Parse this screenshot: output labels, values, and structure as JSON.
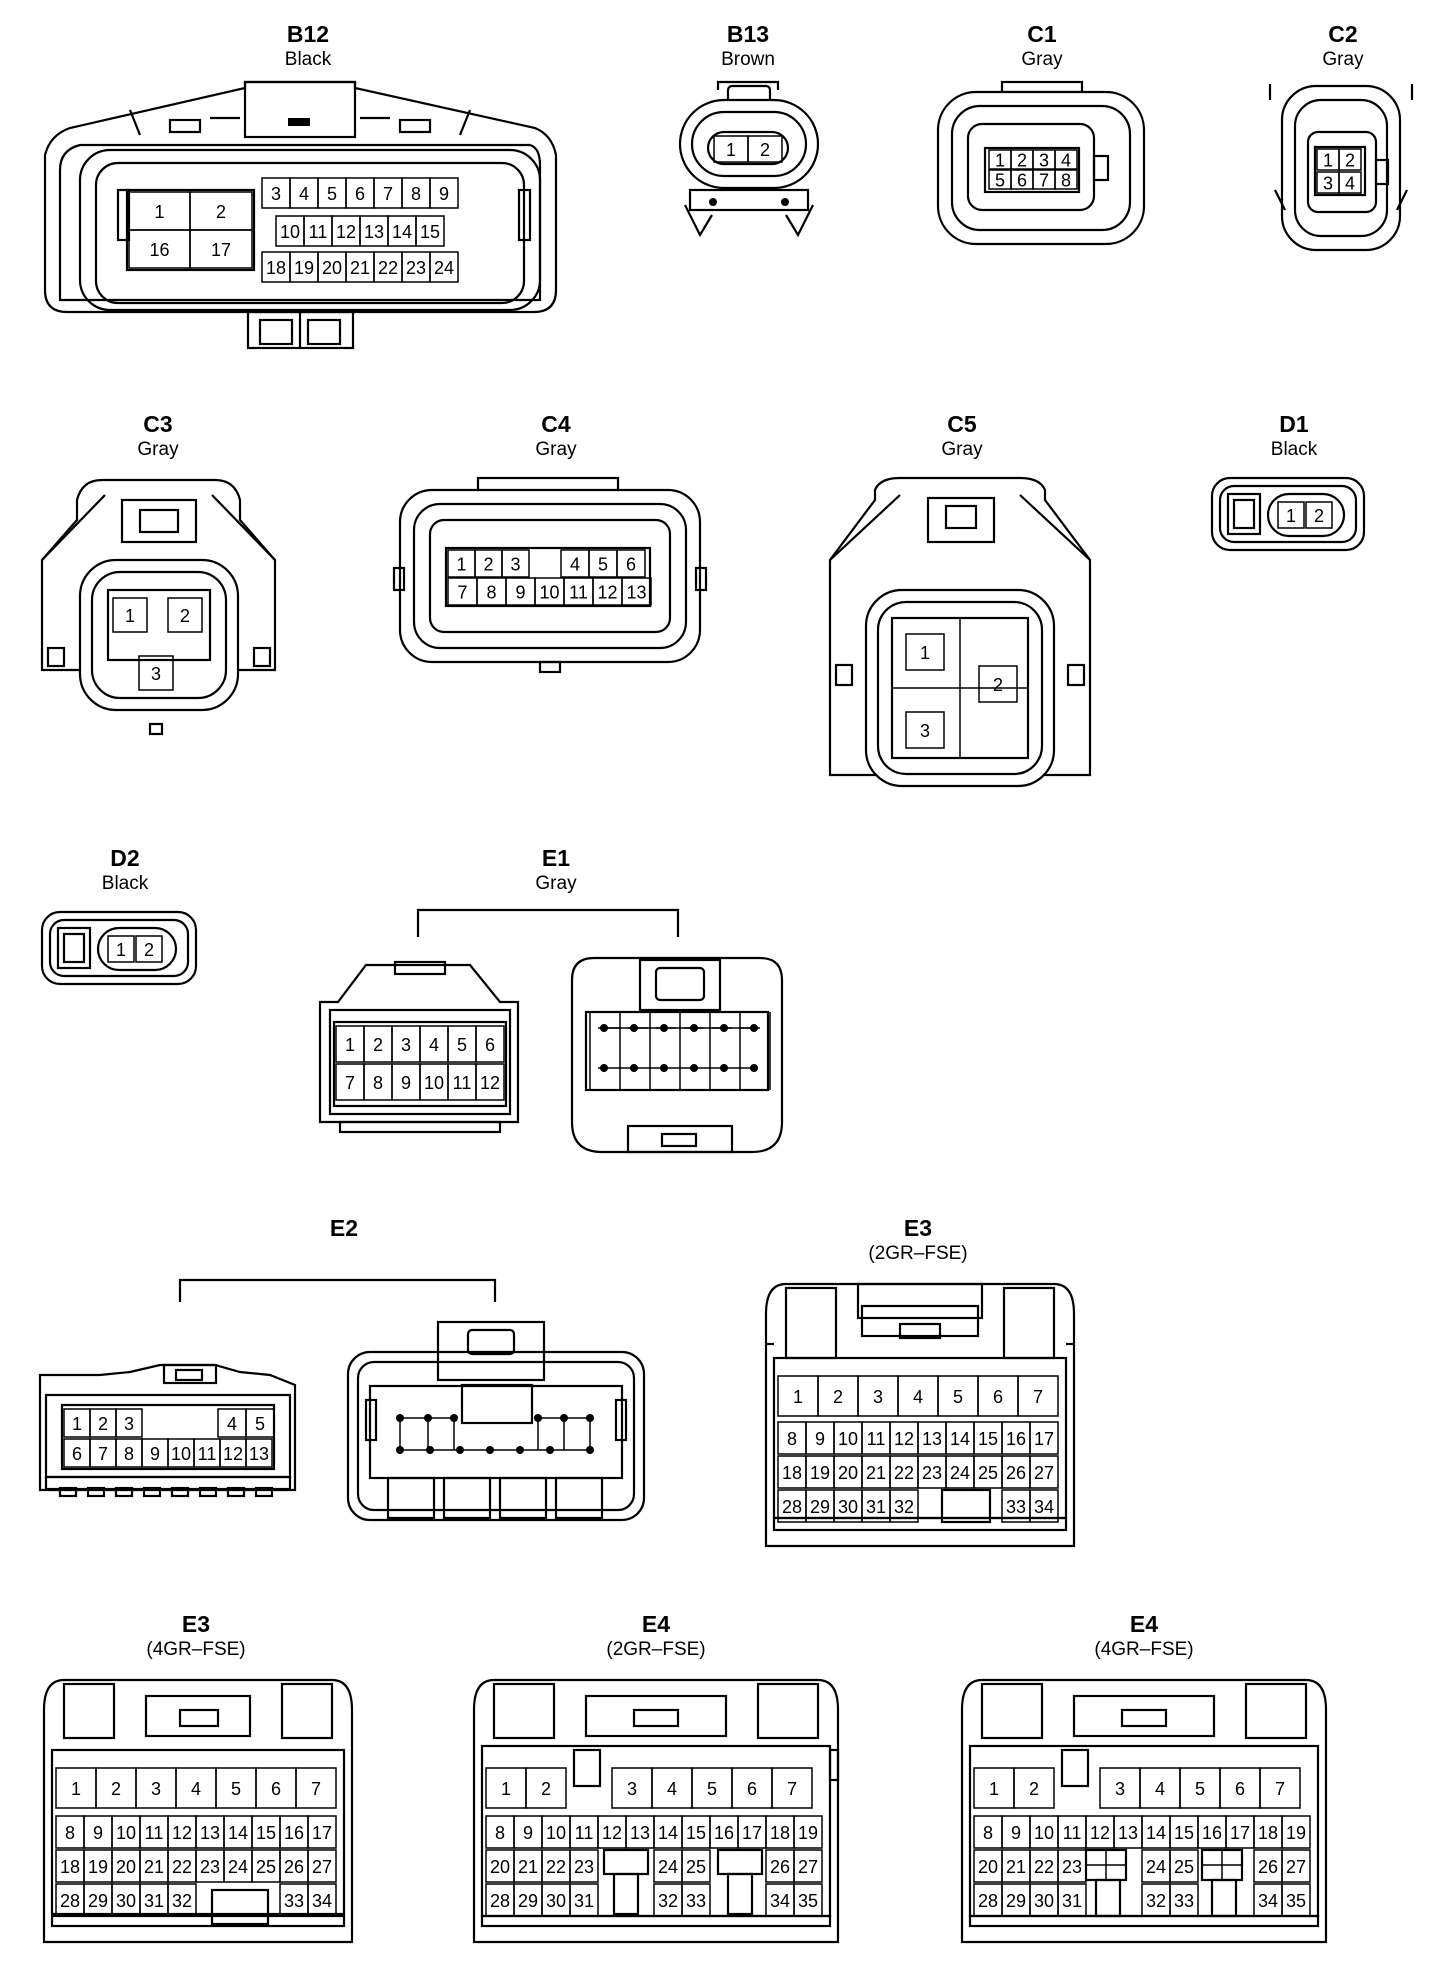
{
  "connectors": [
    {
      "id": "B12",
      "code": "B12",
      "color": "Black",
      "pins": [
        "1",
        "2",
        "16",
        "17",
        "3",
        "4",
        "5",
        "6",
        "7",
        "8",
        "9",
        "10",
        "11",
        "12",
        "13",
        "14",
        "15",
        "18",
        "19",
        "20",
        "21",
        "22",
        "23",
        "24"
      ]
    },
    {
      "id": "B13",
      "code": "B13",
      "color": "Brown",
      "pins": [
        "1",
        "2"
      ]
    },
    {
      "id": "C1",
      "code": "C1",
      "color": "Gray",
      "pins": [
        "1",
        "2",
        "3",
        "4",
        "5",
        "6",
        "7",
        "8"
      ]
    },
    {
      "id": "C2",
      "code": "C2",
      "color": "Gray",
      "pins": [
        "1",
        "2",
        "3",
        "4"
      ]
    },
    {
      "id": "C3",
      "code": "C3",
      "color": "Gray",
      "pins": [
        "1",
        "2",
        "3"
      ]
    },
    {
      "id": "C4",
      "code": "C4",
      "color": "Gray",
      "pins": [
        "1",
        "2",
        "3",
        "4",
        "5",
        "6",
        "7",
        "8",
        "9",
        "10",
        "11",
        "12",
        "13"
      ]
    },
    {
      "id": "C5",
      "code": "C5",
      "color": "Gray",
      "pins": [
        "1",
        "2",
        "3"
      ]
    },
    {
      "id": "D1",
      "code": "D1",
      "color": "Black",
      "pins": [
        "1",
        "2"
      ]
    },
    {
      "id": "D2",
      "code": "D2",
      "color": "Black",
      "pins": [
        "1",
        "2"
      ]
    },
    {
      "id": "E1",
      "code": "E1",
      "color": "Gray",
      "pins": [
        "1",
        "2",
        "3",
        "4",
        "5",
        "6",
        "7",
        "8",
        "9",
        "10",
        "11",
        "12"
      ]
    },
    {
      "id": "E2",
      "code": "E2",
      "color": "",
      "pins": [
        "1",
        "2",
        "3",
        "4",
        "5",
        "6",
        "7",
        "8",
        "9",
        "10",
        "11",
        "12",
        "13"
      ]
    },
    {
      "id": "E3a",
      "code": "E3",
      "color": "(2GR–FSE)",
      "pins": [
        "1",
        "2",
        "3",
        "4",
        "5",
        "6",
        "7",
        "8",
        "9",
        "10",
        "11",
        "12",
        "13",
        "14",
        "15",
        "16",
        "17",
        "18",
        "19",
        "20",
        "21",
        "22",
        "23",
        "24",
        "25",
        "26",
        "27",
        "28",
        "29",
        "30",
        "31",
        "32",
        "33",
        "34"
      ]
    },
    {
      "id": "E3b",
      "code": "E3",
      "color": "(4GR–FSE)",
      "pins": [
        "1",
        "2",
        "3",
        "4",
        "5",
        "6",
        "7",
        "8",
        "9",
        "10",
        "11",
        "12",
        "13",
        "14",
        "15",
        "16",
        "17",
        "18",
        "19",
        "20",
        "21",
        "22",
        "23",
        "24",
        "25",
        "26",
        "27",
        "28",
        "29",
        "30",
        "31",
        "32",
        "33",
        "34"
      ]
    },
    {
      "id": "E4a",
      "code": "E4",
      "color": "(2GR–FSE)",
      "pins": [
        "1",
        "2",
        "3",
        "4",
        "5",
        "6",
        "7",
        "8",
        "9",
        "10",
        "11",
        "12",
        "13",
        "14",
        "15",
        "16",
        "17",
        "18",
        "19",
        "20",
        "21",
        "22",
        "23",
        "24",
        "25",
        "26",
        "27",
        "28",
        "29",
        "30",
        "31",
        "32",
        "33",
        "34",
        "35"
      ]
    },
    {
      "id": "E4b",
      "code": "E4",
      "color": "(4GR–FSE)",
      "pins": [
        "1",
        "2",
        "3",
        "4",
        "5",
        "6",
        "7",
        "8",
        "9",
        "10",
        "11",
        "12",
        "13",
        "14",
        "15",
        "16",
        "17",
        "18",
        "19",
        "20",
        "21",
        "22",
        "23",
        "24",
        "25",
        "26",
        "27",
        "28",
        "29",
        "30",
        "31",
        "32",
        "33",
        "34",
        "35"
      ]
    }
  ]
}
